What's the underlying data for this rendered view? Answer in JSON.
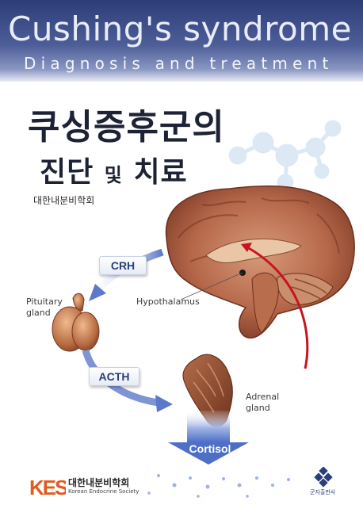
{
  "header": {
    "title_en": "Cushing's syndrome",
    "subtitle_en": "Diagnosis and treatment"
  },
  "title_ko": {
    "line1": "쿠싱증후군의",
    "line2_a": "진단",
    "line2_b": "및",
    "line2_c": "치료"
  },
  "author_ko": "대한내분비학회",
  "diagram": {
    "crh_label": "CRH",
    "acth_label": "ACTH",
    "cortisol_label": "Cortisol",
    "pituitary_label": "Pituitary\ngland",
    "hypothalamus_label": "Hypothalamus",
    "adrenal_label": "Adrenal\ngland"
  },
  "footer": {
    "society_logo_text": "KES",
    "society_ko": "대한내분비학회",
    "society_en": "Korean Endocrine Society",
    "publisher_ko": "군자출판사"
  },
  "colors": {
    "header_dark": "#2c3d78",
    "arrow_blue": "#5c79c9",
    "pathway_red": "#c8141e",
    "logo_orange": "#e25a1f"
  }
}
